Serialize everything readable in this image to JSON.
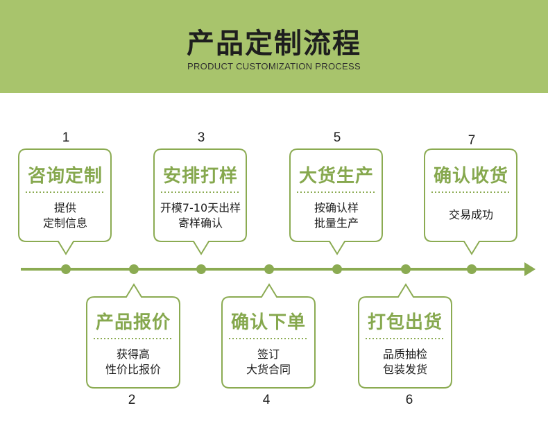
{
  "header": {
    "title": "产品定制流程",
    "subtitle": "PRODUCT CUSTOMIZATION PROCESS"
  },
  "colors": {
    "header_bg": "#a8c46c",
    "accent": "#8bab52",
    "title_text": "#86a84e"
  },
  "steps": [
    {
      "num": "1",
      "title": "咨询定制",
      "line1": "提供",
      "line2": "定制信息"
    },
    {
      "num": "2",
      "title": "产品报价",
      "line1": "获得高",
      "line2": "性价比报价"
    },
    {
      "num": "3",
      "title": "安排打样",
      "line1": "开模7-10天出样",
      "line2": "寄样确认"
    },
    {
      "num": "4",
      "title": "确认下单",
      "line1": "签订",
      "line2": "大货合同"
    },
    {
      "num": "5",
      "title": "大货生产",
      "line1": "按确认样",
      "line2": "批量生产"
    },
    {
      "num": "6",
      "title": "打包出货",
      "line1": "品质抽检",
      "line2": "包装发货"
    },
    {
      "num": "7",
      "title": "确认收货",
      "line1": "交易成功",
      "line2": ""
    }
  ]
}
